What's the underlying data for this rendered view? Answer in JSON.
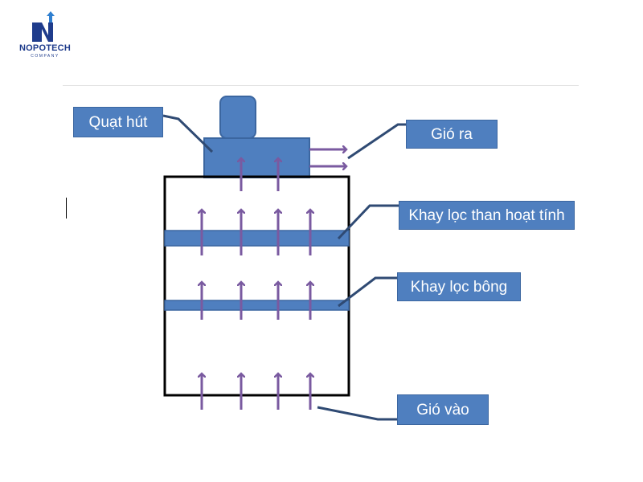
{
  "logo": {
    "name": "NOPOTECH",
    "subtitle": "COMPANY"
  },
  "labels": {
    "fan": "Quạt hút",
    "air_out": "Gió ra",
    "carbon_tray": "Khay lọc than hoạt tính",
    "cotton_tray": "Khay lọc bông",
    "air_in": "Gió vào"
  },
  "colors": {
    "label_fill": "#4f7fbf",
    "shape_fill": "#4f7fbf",
    "arrow": "#7a5aa0",
    "connector": "#2f4a73"
  }
}
